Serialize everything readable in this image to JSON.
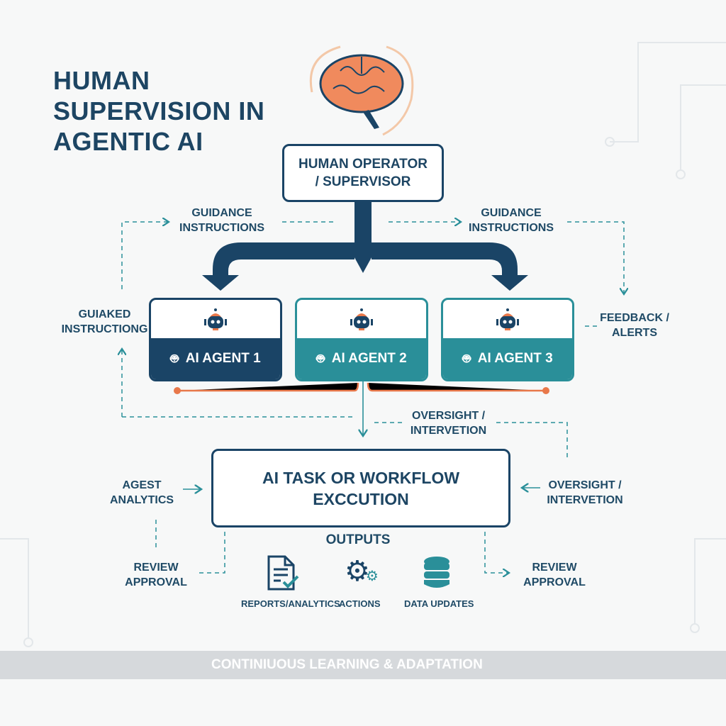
{
  "title": [
    "HUMAN",
    "SUPERVISION IN",
    "AGENTIC AI"
  ],
  "operator": [
    "HUMAN OPERATOR",
    "/ SUPERVISOR"
  ],
  "guidance_left": [
    "GUIDANCE",
    "INSTRUCTIONS"
  ],
  "guidance_right": [
    "GUIDANCE",
    "INSTRUCTIONS"
  ],
  "guided_left": [
    "GUIAKED",
    "INSTRUCTIONG"
  ],
  "feedback": [
    "FEEDBACK /",
    "ALERTS"
  ],
  "agents": [
    {
      "label": "AI AGENT 1",
      "color": "#1a4466"
    },
    {
      "label": "AI AGENT 2",
      "color": "#2a8f99"
    },
    {
      "label": "AI AGENT 3",
      "color": "#2a8f99"
    }
  ],
  "oversight_mid": [
    "OVERSIGHT /",
    "INTERVETION"
  ],
  "task": [
    "AI TASK OR WORKFLOW",
    "EXCCUTION"
  ],
  "agest": [
    "AGEST",
    "ANALYTICS"
  ],
  "oversight_right": [
    "OVERSIGHT /",
    "INTERVETION"
  ],
  "review_left": [
    "REVIEW",
    "APPROVAL"
  ],
  "review_right": [
    "REVIEW",
    "APPROVAL"
  ],
  "outputs_title": "OUTPUTS",
  "outputs": [
    {
      "label": "REPORTS/ANALYTICS",
      "icon": "report-icon"
    },
    {
      "label": "ACTIONS",
      "icon": "gears-icon"
    },
    {
      "label": "DATA UPDATES",
      "icon": "database-icon"
    }
  ],
  "footer": "CONTINIUOUS LEARNING & ADAPTATION",
  "colors": {
    "navy": "#1a4466",
    "teal": "#2a8f99",
    "orange": "#e8784a"
  }
}
